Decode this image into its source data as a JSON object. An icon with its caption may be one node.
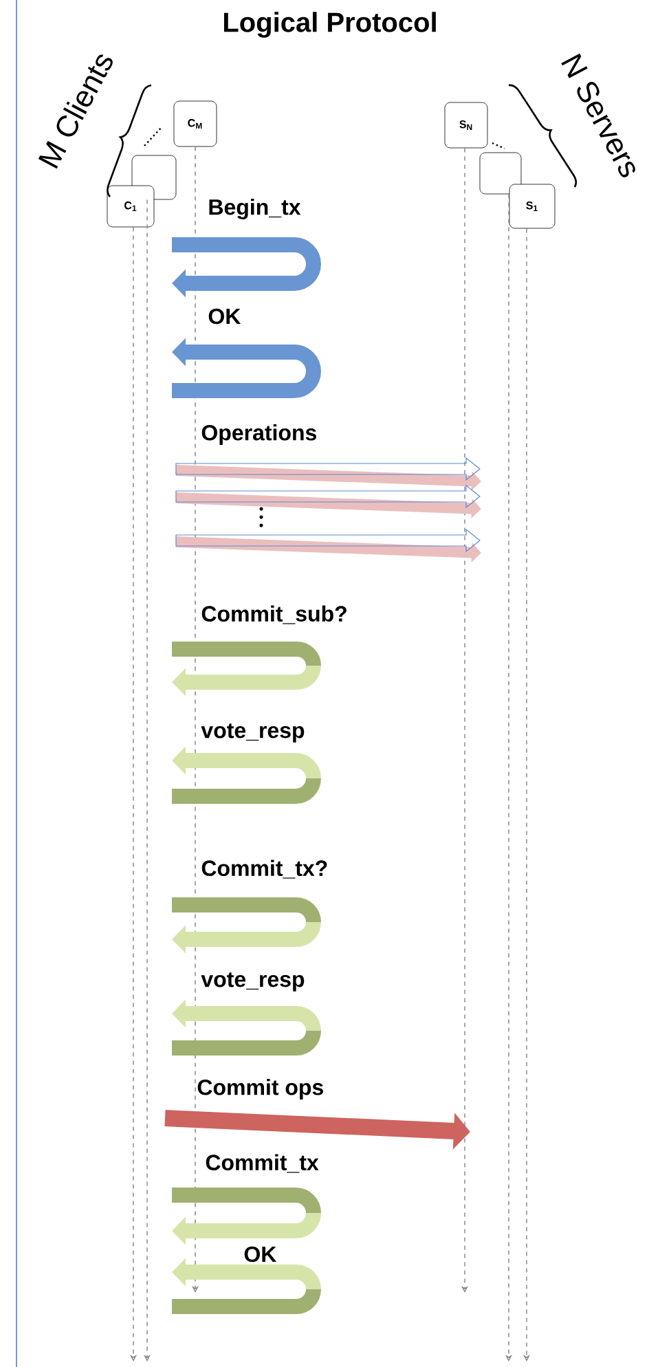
{
  "diagram": {
    "title": "Logical Protocol",
    "nodes": [
      {
        "text": [
          "C$_{1}$"
        ]
      },
      {
        "text": [],
        "shape": "box"
      },
      {
        "text": [
          "C$_{M}$"
        ]
      },
      {
        "text": [
          "S$_{N}$"
        ]
      },
      {
        "text": [],
        "shape": "box"
      },
      {
        "text": [
          "S$_{1}$"
        ]
      }
    ],
    "edges": [
      {
        "from": 0,
        "to": null,
        "arrow": "to",
        "style": "dashed"
      },
      {
        "from": 1,
        "to": null,
        "arrow": "to",
        "style": "dashed"
      },
      {
        "from": 2,
        "to": null,
        "arrow": "to",
        "style": "dashed"
      },
      {
        "from": 3,
        "to": null,
        "arrow": "to",
        "style": "dashed"
      },
      {
        "from": 4,
        "to": null,
        "arrow": "to",
        "style": "dashed"
      },
      {
        "from": 5,
        "to": null,
        "arrow": "to",
        "style": "dashed"
      }
    ],
    "labels": [
      "M Clients",
      "N Servers",
      "Begin_tx",
      "OK",
      "Operations",
      "Commit_sub?",
      "vote_resp",
      "Commit_tx?",
      "vote_resp",
      "Commit ops",
      "Commit_tx",
      "OK"
    ]
  }
}
